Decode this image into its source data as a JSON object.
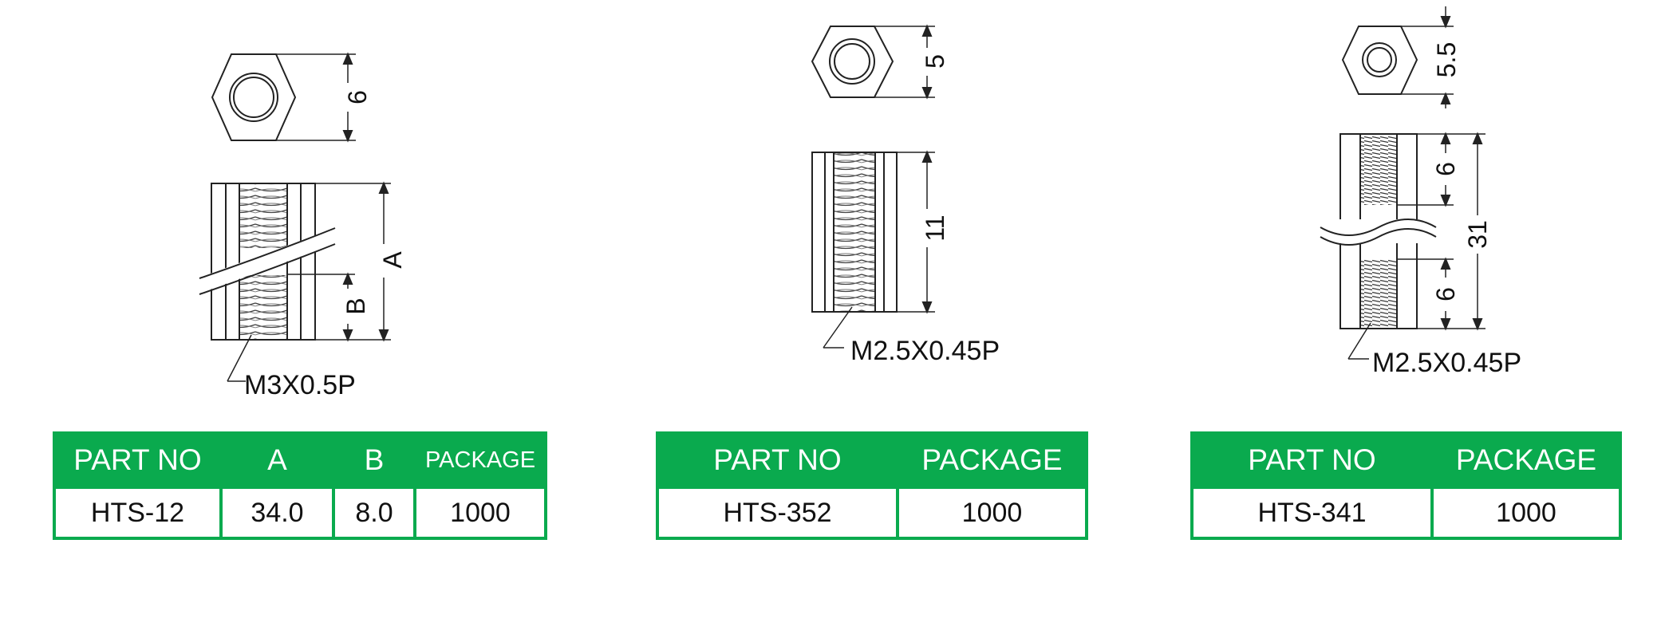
{
  "colors": {
    "table_green": "#0aaa4e",
    "line": "#222222"
  },
  "parts": [
    {
      "drawing": {
        "hex_dim": "6",
        "len_a": "A",
        "len_b": "B",
        "thread": "M3X0.5P"
      },
      "table": {
        "headers": [
          "PART NO",
          "A",
          "B",
          "PACKAGE"
        ],
        "row": [
          "HTS-12",
          "34.0",
          "8.0",
          "1000"
        ]
      }
    },
    {
      "drawing": {
        "hex_dim": "5",
        "length": "11",
        "thread": "M2.5X0.45P"
      },
      "table": {
        "headers": [
          "PART NO",
          "PACKAGE"
        ],
        "row": [
          "HTS-352",
          "1000"
        ]
      }
    },
    {
      "drawing": {
        "hex_dim": "5.5",
        "thread_len_top": "6",
        "total_len": "31",
        "thread_len_bottom": "6",
        "thread": "M2.5X0.45P"
      },
      "table": {
        "headers": [
          "PART NO",
          "PACKAGE"
        ],
        "row": [
          "HTS-341",
          "1000"
        ]
      }
    }
  ]
}
